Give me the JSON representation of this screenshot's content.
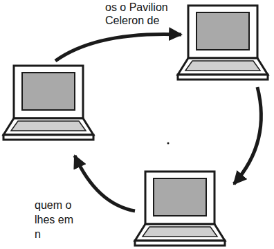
{
  "diagram": {
    "labels": [
      "os o Pavilion",
      "Celeron de",
      "quem o",
      "lhes em",
      "n"
    ]
  }
}
